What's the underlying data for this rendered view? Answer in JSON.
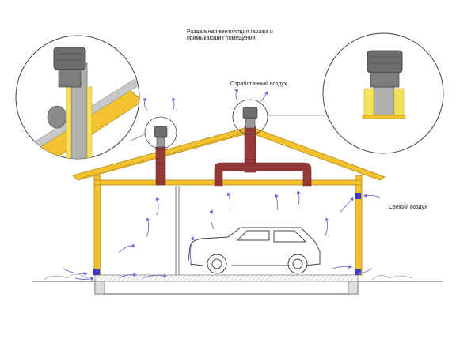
{
  "diagram": {
    "title_line1": "Раздельная вентиляция гаража и",
    "title_line2": "примыкающих помещений",
    "label_exhaust": "Отработанный воздух",
    "label_fresh": "Свежий воздух"
  },
  "colors": {
    "timber": "#f2c230",
    "timber_edge": "#b8860b",
    "duct": "#9b3d3d",
    "duct_dark": "#6e2626",
    "airflow": "#6f6fd0",
    "insulation": "#f7e15a",
    "deflector": "#6d6d6d",
    "vent_block": "#3c3ccc"
  },
  "icons": {
    "deflector_left": "roof-deflector-icon",
    "deflector_right": "roof-deflector-icon",
    "car": "car-outline-icon"
  }
}
